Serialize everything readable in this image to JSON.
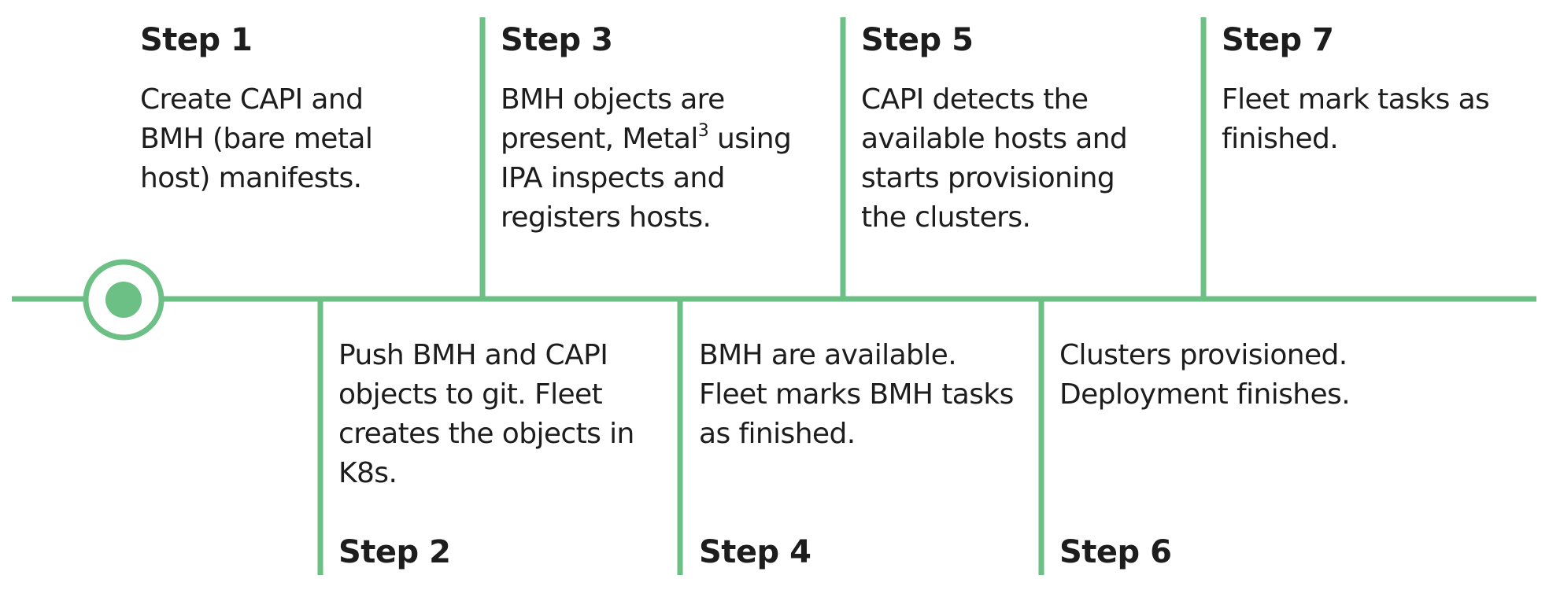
{
  "colors": {
    "accent": "#6cbf85",
    "text": "#1d1d1d"
  },
  "steps": [
    {
      "title": "Step 1",
      "description": "Create CAPI and BMH (bare metal host) manifests."
    },
    {
      "title": "Step 2",
      "description": "Push BMH and CAPI objects to git. Fleet creates the objects in K8s."
    },
    {
      "title": "Step 3",
      "description_pre": "BMH objects are present, Metal",
      "description_sup": "3",
      "description_post": " using IPA inspects and registers hosts."
    },
    {
      "title": "Step 4",
      "description": "BMH are available. Fleet marks BMH tasks as finished."
    },
    {
      "title": "Step 5",
      "description": "CAPI detects the available hosts and starts provisioning the clusters."
    },
    {
      "title": "Step 6",
      "description": "Clusters provisioned. Deployment finishes."
    },
    {
      "title": "Step 7",
      "description": "Fleet mark tasks as finished."
    }
  ]
}
